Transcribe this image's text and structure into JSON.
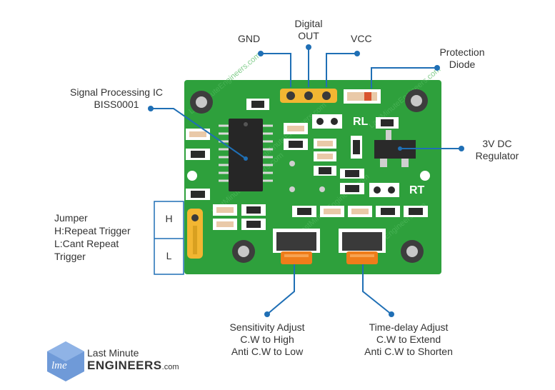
{
  "labels": {
    "gnd": "GND",
    "digital_out_line1": "Digital",
    "digital_out_line2": "OUT",
    "vcc": "VCC",
    "protection_line1": "Protection",
    "protection_line2": "Diode",
    "ic_line1": "Signal Processing IC",
    "ic_line2": "BISS0001",
    "regulator_line1": "3V DC",
    "regulator_line2": "Regulator",
    "jumper_line1": "Jumper",
    "jumper_line2": "H:Repeat Trigger",
    "jumper_line3": "L:Cant Repeat",
    "jumper_line4": "Trigger",
    "sens_line1": "Sensitivity Adjust",
    "sens_line2": "C.W to High",
    "sens_line3": "Anti C.W to Low",
    "delay_line1": "Time-delay Adjust",
    "delay_line2": "C.W to Extend",
    "delay_line3": "Anti C.W to Shorten"
  },
  "pcb": {
    "rl": "RL",
    "rt": "RT",
    "jumper_h": "H",
    "jumper_l": "L",
    "watermark": "LastMinuteEngineers.com"
  },
  "logo": {
    "line1": "Last Minute",
    "line2": "ENGINEERS",
    "line3": ".com"
  },
  "colors": {
    "pcb": "#2ea03c",
    "leader": "#1f6fb5",
    "pot": "#ef7d1a",
    "header": "#f2b632"
  }
}
